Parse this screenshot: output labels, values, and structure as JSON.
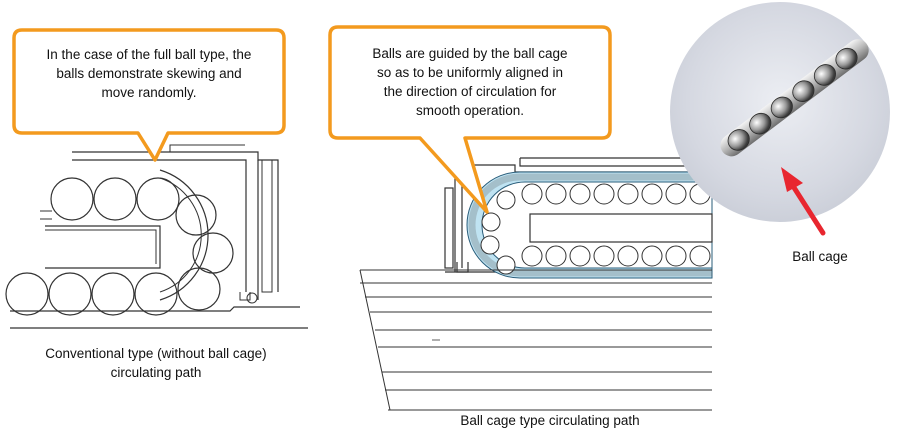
{
  "callouts": {
    "left": {
      "line1": "In the case of the full ball type, the",
      "line2": "balls demonstrate skewing and",
      "line3": "move randomly."
    },
    "middle": {
      "line1": "Balls are guided by the ball cage",
      "line2": "so as to be uniformly aligned in",
      "line3": "the direction of circulation for",
      "line4": "smooth operation."
    }
  },
  "captions": {
    "conventional": {
      "line1": "Conventional type (without ball cage)",
      "line2": "circulating path"
    },
    "ball_cage_type": "Ball cage type circulating path",
    "photo_label": "Ball cage"
  },
  "colors": {
    "callout_border": "#f39a1e",
    "cage_blue": "#bfe3f2",
    "arrow_red": "#e8262f",
    "photo_bg": "#d9dbe3"
  }
}
